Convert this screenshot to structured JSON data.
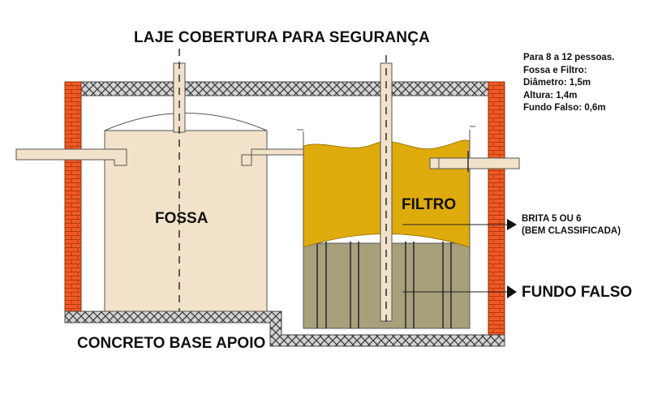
{
  "title": "LAJE COBERTURA PARA SEGURANÇA",
  "specs": [
    "Para 8 a 12 pessoas.",
    "Fossa e Filtro:",
    "Diâmetro: 1,5m",
    "Altura: 1,4m",
    "Fundo Falso: 0,6m"
  ],
  "labels": {
    "fossa": "FOSSA",
    "filtro": "FILTRO",
    "brita_line1": "BRITA 5 OU 6",
    "brita_line2": "(BEM CLASSIFICADA)",
    "fundo_falso": "FUNDO FALSO",
    "base": "CONCRETO BASE APOIO"
  },
  "colors": {
    "brick": "#f15a24",
    "slab_fill": "#d1d1d1",
    "tank": "#f2e2c9",
    "gravel": "#deab0c",
    "false_bottom": "#a7a07a",
    "pipe": "#f2e2c9",
    "outline": "#333333"
  }
}
